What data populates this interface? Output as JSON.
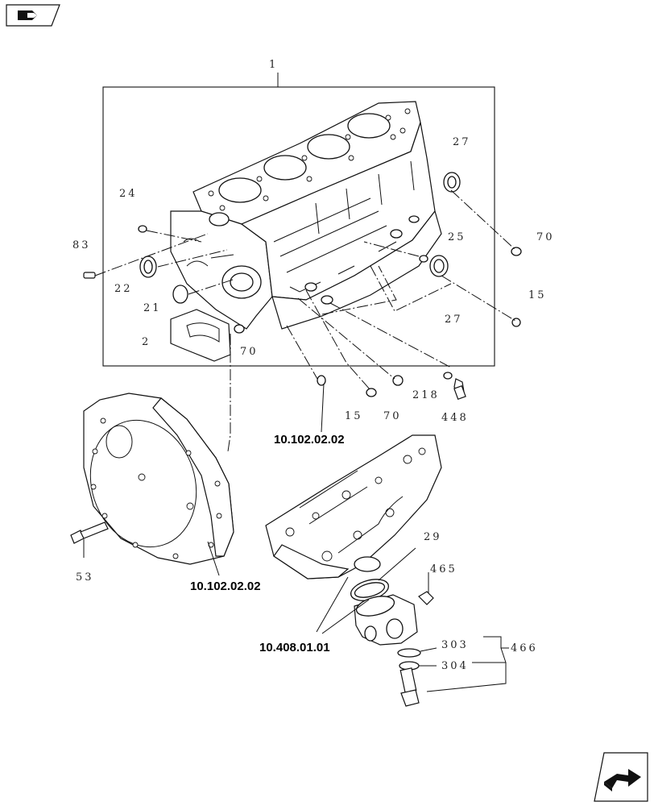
{
  "callouts": {
    "c1": "1",
    "c2": "2",
    "c15a": "15",
    "c15b": "15",
    "c21": "21",
    "c22": "22",
    "c24": "24",
    "c25": "25",
    "c27a": "27",
    "c27b": "27",
    "c29": "29",
    "c53": "53",
    "c70a": "70",
    "c70b": "70",
    "c70c": "70",
    "c83": "83",
    "c218": "218",
    "c303": "303",
    "c304": "304",
    "c448": "448",
    "c465": "465",
    "c466": "466"
  },
  "references": {
    "ref_flywheel_housing_top": "10.102.02.02",
    "ref_flywheel_housing": "10.102.02.02",
    "ref_oil_filter_head": "10.408.01.01"
  },
  "icons": {
    "prev": "previous-page-arrow-icon",
    "next": "next-page-arrow-icon"
  }
}
